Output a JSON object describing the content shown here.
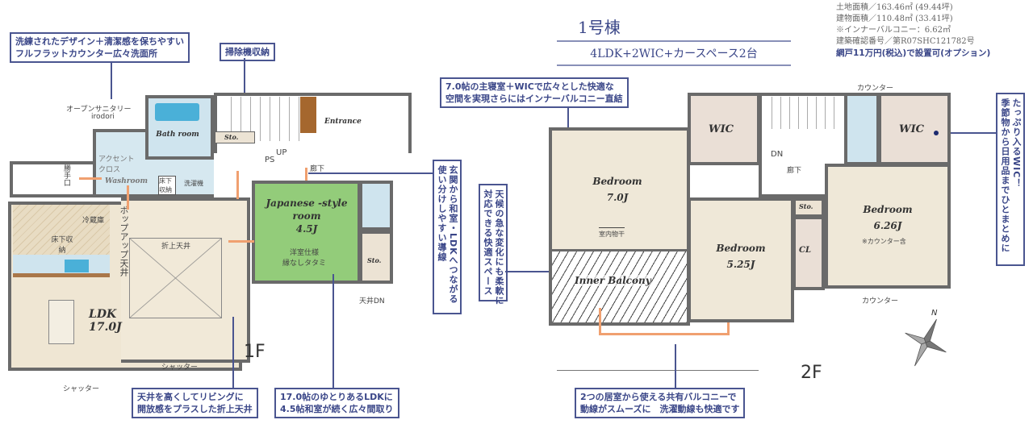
{
  "header": {
    "building": "1号棟",
    "layout": "4LDK+2WIC+カースペース2台",
    "info": [
      "土地面積／163.46㎡ (49.44坪)",
      "建物面積／110.48㎡ (33.41坪)",
      "※インナーバルコニー：6.62㎡",
      "建築確認番号／第R07SHC121782号"
    ],
    "option": "網戸11万円(税込)で設置可(オプション)"
  },
  "floor1": {
    "label": "1F",
    "callouts": {
      "washroom": [
        "洗練されたデザイン＋清潔感を保ちやすい",
        "フルフラットカウンター広々洗面所"
      ],
      "cleaner": "掃除機収納",
      "ceiling": [
        "天井を高くしてリビングに",
        "開放感をプラスした折上天井"
      ],
      "ldk": [
        "17.0帖のゆとりあるLDKに",
        "4.5帖和室が続く広々間取り"
      ],
      "entrance": [
        "玄関から和室・LDKへつながる",
        "使い分けしやすい導線"
      ]
    },
    "rooms": {
      "sanitary": "オープンサニタリー",
      "sanitary_sub": "irodori",
      "bath": "Bath room",
      "accent": "アクセントクロス",
      "washroom": "Washroom",
      "underfloor1": "床下収納",
      "laundry": "洗濯機",
      "backdoor": "勝手口",
      "sto1": "Sto.",
      "ps": "PS",
      "up": "UP",
      "entrance": "Entrance",
      "hall": "廊下",
      "japanese": "Japanese -style room",
      "japanese_size": "4.5J",
      "japanese_note1": "洋室仕様",
      "japanese_note2": "縁なしタタミ",
      "sto2": "Sto.",
      "ceiling_dn": "天井DN",
      "fridge": "冷蔵庫",
      "underfloor2": "床下収納",
      "popup": "ポップアップ天井",
      "folded": "折上天井",
      "ldk": "LDK",
      "ldk_size": "17.0J",
      "shutter1": "シャッター",
      "shutter2": "シャッター"
    }
  },
  "floor2": {
    "label": "2F",
    "callouts": {
      "master": [
        "7.0帖の主寝室＋WICで広々とした快適な",
        "空間を実現さらにはインナーバルコニー直結"
      ],
      "balcony": [
        "天候の急な変化にも柔軟に",
        "対応できる快適スペース"
      ],
      "wic": [
        "たっぷり入るWIC！",
        "季節物から日用品までひとまとめに"
      ],
      "shared": [
        "2つの居室から使える共有バルコニーで",
        "動線がスムーズに　洗濯動線も快適です"
      ]
    },
    "rooms": {
      "bed1": "Bedroom",
      "bed1_size": "7.0J",
      "bed1_note": "室内物干",
      "wic1": "WIC",
      "wic2": "WIC",
      "dn": "DN",
      "hall": "廊下",
      "counter_top": "カウンター",
      "counter_bottom": "カウンター",
      "sto": "Sto.",
      "cl": "CL",
      "bed2": "Bedroom",
      "bed2_size": "5.25J",
      "bed3": "Bedroom",
      "bed3_size": "6.26J",
      "bed3_note": "※カウンター含",
      "balcony": "Inner Balcony",
      "north": "N"
    }
  }
}
